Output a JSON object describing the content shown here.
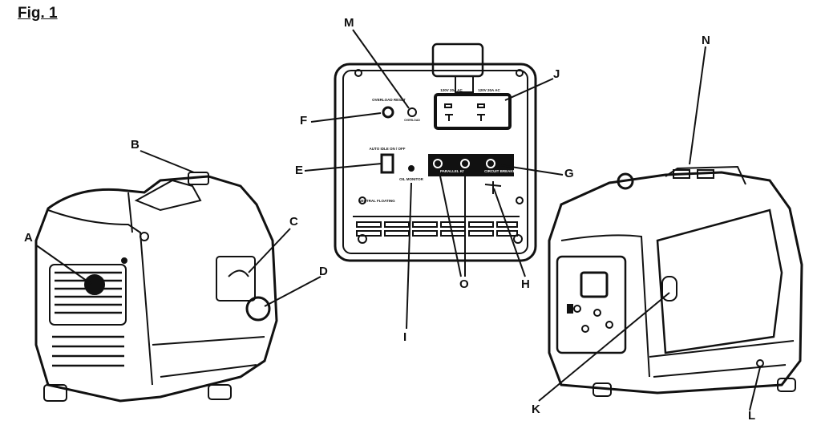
{
  "figure_title": "Fig. 1",
  "callouts": {
    "A": "A",
    "B": "B",
    "C": "C",
    "D": "D",
    "E": "E",
    "F": "F",
    "G": "G",
    "H": "H",
    "I": "I",
    "J": "J",
    "K": "K",
    "L": "L",
    "M": "M",
    "N": "N",
    "O": "O"
  },
  "panel": {
    "overload_reset": "OVERLOAD RESET",
    "overload": "OVERLOAD",
    "outlet_left": "120V 20A AC",
    "outlet_right": "120V 20A AC",
    "auto_idle": "AUTO IDLE ON / OFF",
    "oil_monitor": "OIL MONITOR",
    "parallel_kit": "PARALLEL KIT",
    "circuit_breaker": "CIRCUIT BREAKER",
    "neutral_floating": "NEUTRAL FLOATING"
  }
}
